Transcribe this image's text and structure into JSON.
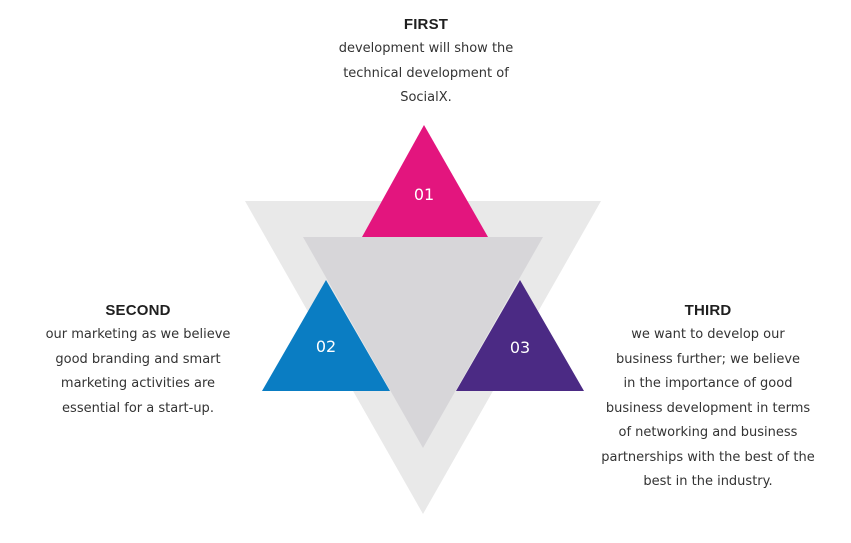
{
  "first": {
    "title": "FIRST",
    "lines": [
      "development will show the",
      "technical development of",
      "SocialX."
    ]
  },
  "second": {
    "title": "SECOND",
    "lines": [
      "our marketing as we believe",
      "good branding and smart",
      "marketing activities are",
      "essential for a start-up."
    ]
  },
  "third": {
    "title": "THIRD",
    "lines": [
      "we want to develop our",
      "business further; we believe",
      "in the importance of good",
      "business development in terms",
      "of networking and business",
      "partnerships with the best of the",
      "best in the industry."
    ]
  },
  "triangles": {
    "t1": {
      "label": "01",
      "color": "#e3157e"
    },
    "t2": {
      "label": "02",
      "color": "#0a7dc3"
    },
    "t3": {
      "label": "03",
      "color": "#4b2a84"
    }
  },
  "colors": {
    "outer_triangle": "#e9e9e9",
    "inner_triangle": "#d7d6d9"
  }
}
